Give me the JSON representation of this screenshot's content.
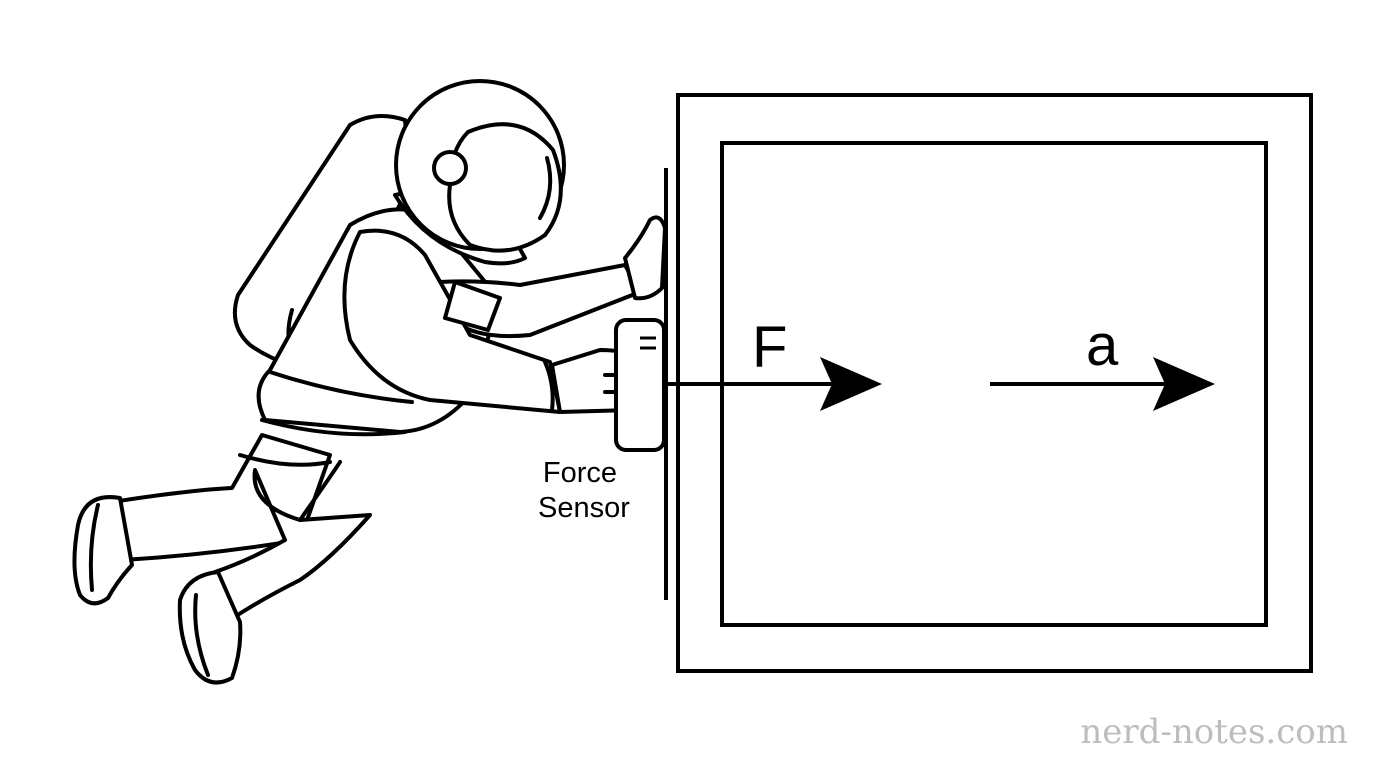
{
  "labels": {
    "force": "F",
    "acceleration": "a",
    "sensor_line1": "Force",
    "sensor_line2": "Sensor"
  },
  "watermark": "nerd-notes.com",
  "colors": {
    "stroke": "#000000",
    "background": "#ffffff",
    "watermark": "#bdbdbd"
  },
  "icons": {
    "astronaut": "astronaut-icon",
    "force_sensor": "force-sensor-icon",
    "box": "box-icon"
  }
}
